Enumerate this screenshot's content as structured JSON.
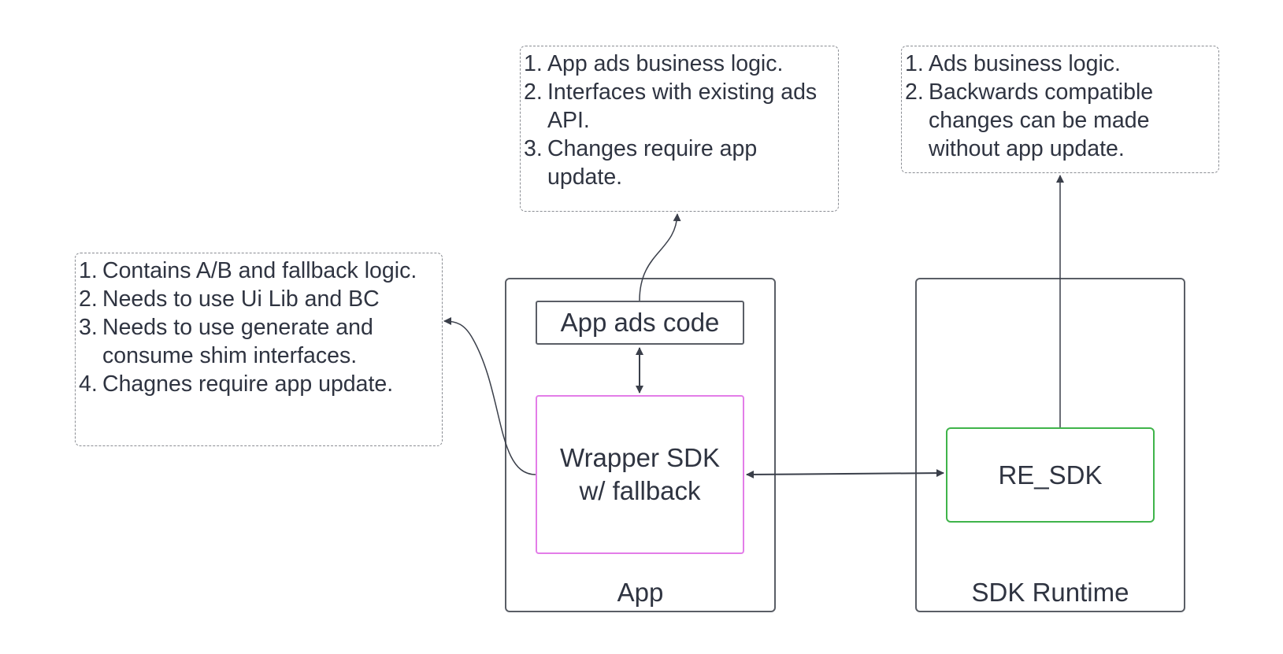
{
  "containers": {
    "app": {
      "label": "App"
    },
    "runtime": {
      "label": "SDK Runtime"
    }
  },
  "nodes": {
    "app_ads_code": "App ads code",
    "wrapper_sdk_line1": "Wrapper SDK",
    "wrapper_sdk_line2": "w/ fallback",
    "re_sdk": "RE_SDK"
  },
  "notes": {
    "wrapper": [
      {
        "num": "1.",
        "text": "Contains A/B and fallback logic."
      },
      {
        "num": "2.",
        "text": "Needs to use Ui Lib and BC"
      },
      {
        "num": "3.",
        "text": "Needs to use generate and consume shim interfaces."
      },
      {
        "num": "4.",
        "text": "Chagnes require app update."
      }
    ],
    "app_ads": [
      {
        "num": "1.",
        "text": "App ads business logic."
      },
      {
        "num": "2.",
        "text": "Interfaces with existing ads API."
      },
      {
        "num": "3.",
        "text": "Changes require app update."
      }
    ],
    "re_sdk": [
      {
        "num": "1.",
        "text": "Ads business logic."
      },
      {
        "num": "2.",
        "text": "Backwards compatible changes can be made without app update."
      }
    ]
  },
  "colors": {
    "text": "#2f3441",
    "box_border": "#5a5e66",
    "wrapper_border": "#e37de8",
    "re_sdk_border": "#3fb44a",
    "note_border": "#8a8d93",
    "connector": "#3a3f4a"
  }
}
